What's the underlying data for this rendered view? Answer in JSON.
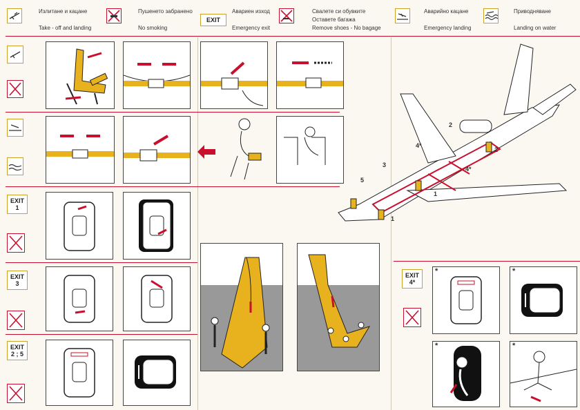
{
  "legend": {
    "takeoff_bg": "Излитане и кацане",
    "takeoff_en": "Take - off and landing",
    "nosmoke_bg": "Пушенето забранено",
    "nosmoke_en": "No smoking",
    "exit_label": "EXIT",
    "emergency_exit_bg": "Авариен изход",
    "emergency_exit_en": "Emergency exit",
    "shoes_bg_1": "Свалете си обувките",
    "shoes_bg_2": "Оставете багажа",
    "shoes_en": "Remove shoes - No bagage",
    "emerg_landing_bg": "Аварийно кацане",
    "emerg_landing_en": "Emergency landing",
    "water_bg": "Приводняване",
    "water_en": "Landing on water"
  },
  "exits": {
    "exit1_a": "EXIT",
    "exit1_b": "1",
    "exit3_a": "EXIT",
    "exit3_b": "3",
    "exit25_a": "EXIT",
    "exit25_b": "2 ; 5",
    "exit4_a": "EXIT",
    "exit4_b": "4*"
  },
  "plane_labels": {
    "n1a": "1",
    "n1b": "1",
    "n2a": "2",
    "n2b": "2",
    "n3": "3",
    "n4a": "4*",
    "n4b": "4*",
    "n5": "5"
  },
  "asterisks": [
    "*",
    "*",
    "*",
    "*"
  ],
  "colors": {
    "accent_red": "#c8102e",
    "yellow": "#e8b21e",
    "gold_border": "#c9a227"
  }
}
